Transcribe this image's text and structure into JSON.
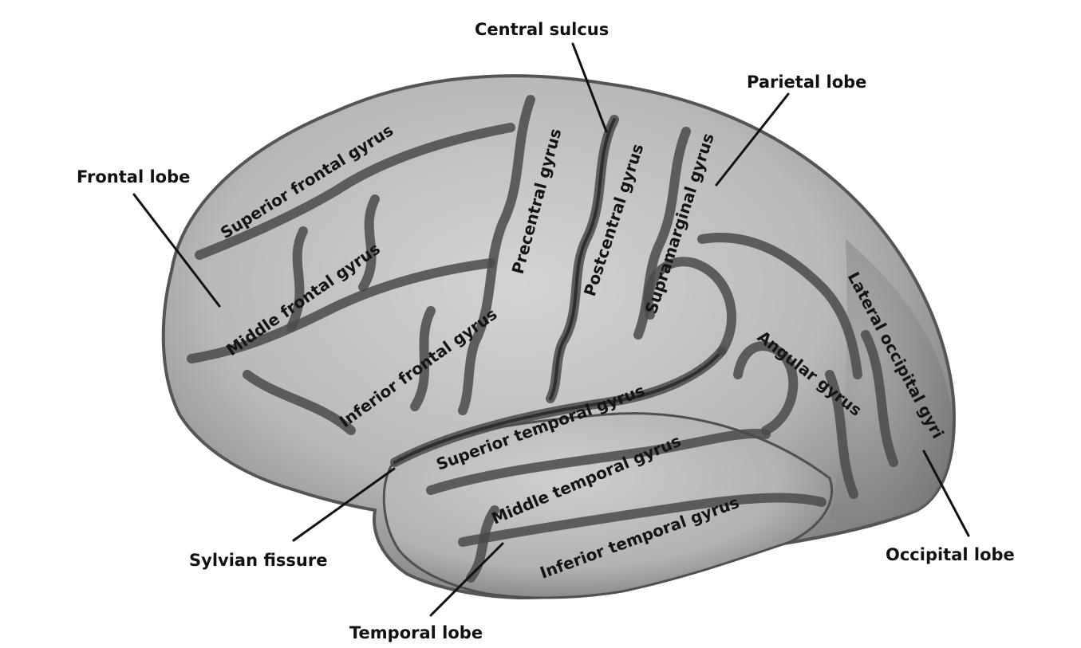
{
  "lobes": {
    "frontal": "Frontal lobe",
    "parietal": "Parietal lobe",
    "temporal": "Temporal lobe",
    "occipital": "Occipital lobe"
  },
  "landmarks": {
    "central_sulcus": "Central sulcus",
    "sylvian_fissure": "Sylvian fissure"
  },
  "gyri": {
    "superior_frontal": "Superior frontal gyrus",
    "middle_frontal": "Middle frontal gyrus",
    "inferior_frontal": "Inferior frontal gyrus",
    "precentral": "Precentral gyrus",
    "postcentral": "Postcentral gyrus",
    "supramarginal": "Supramarginal gyrus",
    "angular": "Angular gyrus",
    "lateral_occipital": "Lateral occipital gyri",
    "superior_temporal": "Superior temporal gyrus",
    "middle_temporal": "Middle temporal gyrus",
    "inferior_temporal": "Inferior temporal gyrus"
  },
  "colors": {
    "brain_fill": "#b9b9b9",
    "brain_light": "#d2d2d2",
    "sulcus": "#3f3f3f",
    "label_text": "#111111",
    "background": "#ffffff"
  }
}
